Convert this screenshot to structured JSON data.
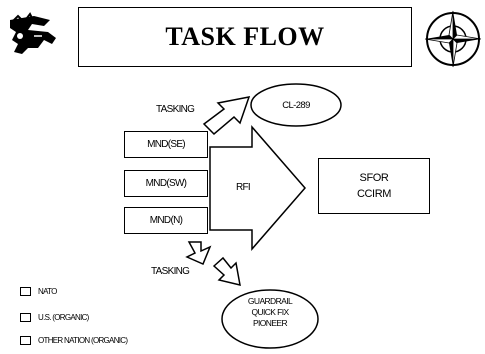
{
  "title": "TASK FLOW",
  "units": [
    "MND(SE)",
    "MND(SW)",
    "MND(N)"
  ],
  "tasking_top": "TASKING",
  "tasking_bottom": "TASKING",
  "cl289": "CL-289",
  "rfi": "RFI",
  "sfor": {
    "line1": "SFOR",
    "line2": "CCIRM"
  },
  "assets": [
    "GUARDRAIL",
    "QUICK FIX",
    "PIONEER"
  ],
  "legend": [
    {
      "label": "NATO"
    },
    {
      "label": "U.S. (ORGANIC)"
    },
    {
      "label": "OTHER NATION (ORGANIC)"
    }
  ],
  "icons": {
    "left_emblem": "winged-lion-emblem-icon",
    "right_emblem": "nato-compass-star-icon"
  }
}
